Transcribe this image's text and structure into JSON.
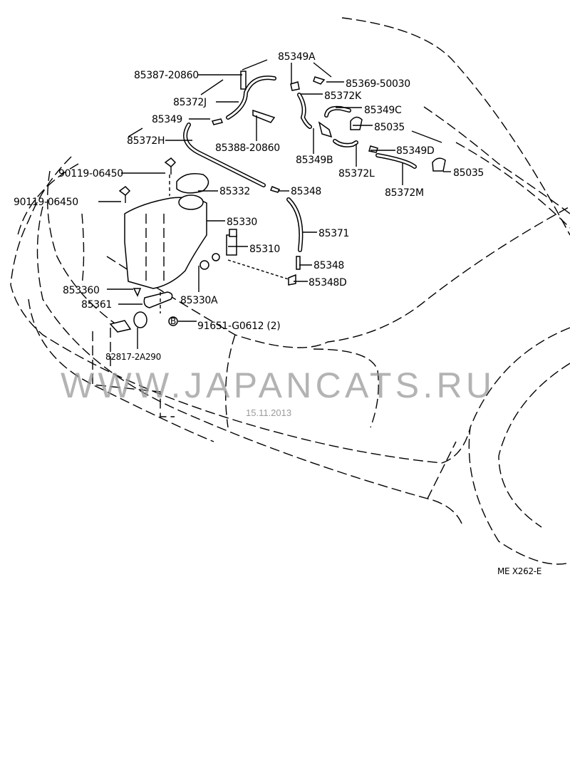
{
  "diagram_code": "ME X262-E",
  "watermark": "WWW.JAPANCATS.RU",
  "date": "15.11.2013",
  "parts": {
    "p85349A": "85349A",
    "p85387": "85387-20860",
    "p85369": "85369-50030",
    "p85372K": "85372K",
    "p85372J": "85372J",
    "p85349C": "85349C",
    "p85349": "85349",
    "p85035a": "85035",
    "p85372H": "85372H",
    "p85388": "85388-20860",
    "p85349B": "85349B",
    "p85349D": "85349D",
    "p85372L": "85372L",
    "p85035b": "85035",
    "p85372M": "85372M",
    "p90119a": "90119-06450",
    "p85332": "85332",
    "p85348a": "85348",
    "p90119b": "90119-06450",
    "p85330": "85330",
    "p85371": "85371",
    "p85310": "85310",
    "p85348b": "85348",
    "p85348D": "85348D",
    "p853360": "853360",
    "p85330A": "85330A",
    "p85361": "85361",
    "p91651": "91651-G0612 (2)",
    "p82817": "82817-2A290",
    "bolt_marker": "B"
  }
}
